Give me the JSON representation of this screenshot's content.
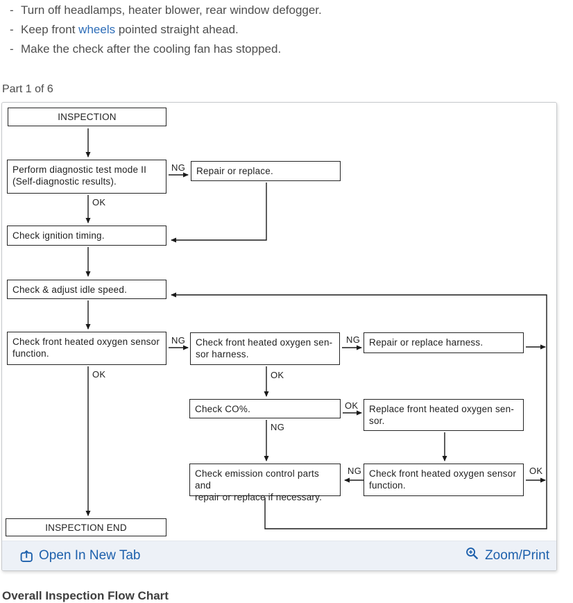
{
  "notes": [
    {
      "dash": "-",
      "before": "Turn off headlamps, heater blower, rear window defogger.",
      "link": "",
      "after": ""
    },
    {
      "dash": "-",
      "before": "Keep front ",
      "link": "wheels",
      "after": " pointed straight ahead."
    },
    {
      "dash": "-",
      "before": "Make the check after the cooling fan has stopped.",
      "link": "",
      "after": ""
    }
  ],
  "part_label": "Part 1 of 6",
  "flowchart": {
    "boxes": [
      {
        "id": "inspection",
        "lines": [
          "INSPECTION"
        ]
      },
      {
        "id": "diagnostic-test",
        "lines": [
          "Perform diagnostic test mode II",
          "(Self-diagnostic results)."
        ]
      },
      {
        "id": "repair-replace",
        "lines": [
          "Repair or replace."
        ]
      },
      {
        "id": "ignition-timing",
        "lines": [
          "Check ignition timing."
        ]
      },
      {
        "id": "idle-speed",
        "lines": [
          "Check & adjust idle speed."
        ]
      },
      {
        "id": "o2-function-1",
        "lines": [
          "Check front heated oxygen sensor",
          "function."
        ]
      },
      {
        "id": "o2-harness",
        "lines": [
          "Check front heated oxygen sen-",
          "sor harness."
        ]
      },
      {
        "id": "repair-harness",
        "lines": [
          "Repair or replace harness."
        ]
      },
      {
        "id": "check-co",
        "lines": [
          "Check CO%."
        ]
      },
      {
        "id": "replace-o2",
        "lines": [
          "Replace front heated oxygen sen-",
          "sor."
        ]
      },
      {
        "id": "emission-parts",
        "lines": [
          "Check emission control parts and",
          "repair or replace if necessary."
        ]
      },
      {
        "id": "o2-function-2",
        "lines": [
          "Check front heated oxygen sensor",
          "function."
        ]
      },
      {
        "id": "inspection-end",
        "lines": [
          "INSPECTION END"
        ]
      }
    ],
    "labels": [
      {
        "text": "NG"
      },
      {
        "text": "OK"
      },
      {
        "text": "NG"
      },
      {
        "text": "OK"
      },
      {
        "text": "NG"
      },
      {
        "text": "OK"
      },
      {
        "text": "OK"
      },
      {
        "text": "NG"
      },
      {
        "text": "NG"
      },
      {
        "text": "OK"
      }
    ]
  },
  "footer": {
    "open_in_new_tab": "Open In New Tab",
    "zoom_print": "Zoom/Print"
  },
  "section_heading": "Overall Inspection Flow Chart",
  "colors": {
    "link_blue": "#1d60ac",
    "note_link_blue": "#2d6db8",
    "body_text": "#4e4e4e",
    "footer_bg": "#edf1f7",
    "diagram_ink": "#1f1f1f"
  }
}
